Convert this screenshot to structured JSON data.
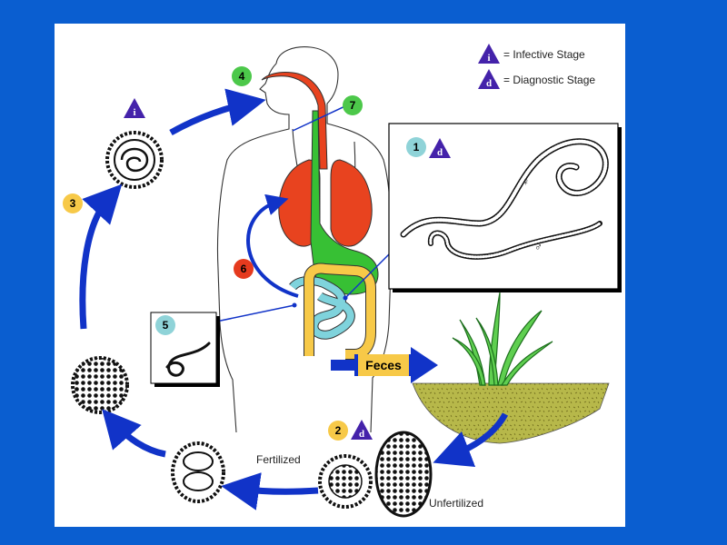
{
  "legend": {
    "infective_symbol": "i",
    "infective_label": "= Infective Stage",
    "diagnostic_symbol": "d",
    "diagnostic_label": "= Diagnostic Stage"
  },
  "steps": [
    {
      "number": "1",
      "stage": "d"
    },
    {
      "number": "2",
      "stage": "d"
    },
    {
      "number": "3"
    },
    {
      "number": "4"
    },
    {
      "number": "5"
    },
    {
      "number": "6"
    },
    {
      "number": "7"
    }
  ],
  "labels": {
    "feces": "Feces",
    "fertilized": "Fertilized",
    "unfertilized": "Unfertilized",
    "female_symbol": "♀",
    "male_symbol": "♂",
    "egg_stage_symbol": "i"
  },
  "colors": {
    "background": "#0a5ed0",
    "arrow": "#1133c8",
    "badge_yellow": "#f7c948",
    "badge_green": "#4cc84a",
    "badge_teal": "#8fd3d8",
    "badge_red": "#e53a1e",
    "stage_purple": "#4422aa",
    "lungs": "#e8431f",
    "stomach": "#37c034",
    "small_intestine": "#7fd3dc",
    "large_intestine": "#f7c948",
    "soil": "#b7b84a"
  }
}
